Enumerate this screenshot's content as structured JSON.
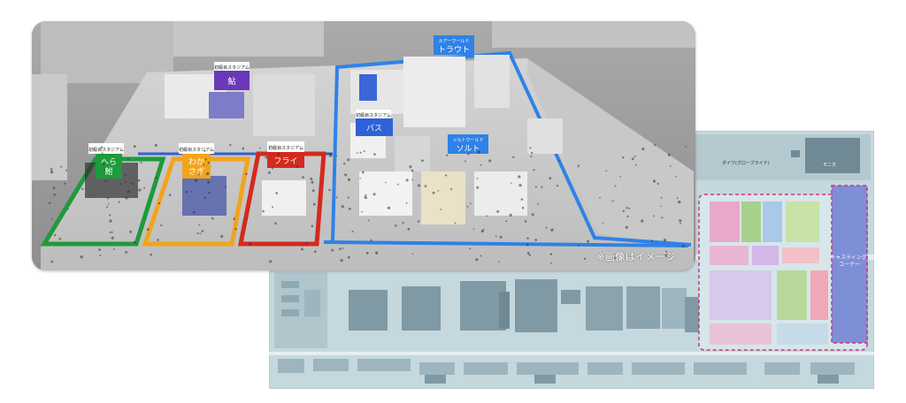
{
  "render": {
    "caption": "※画像はイメージ",
    "stadiums": [
      {
        "key": "hera",
        "tag": "初級目スタジアム",
        "name": "へら\n鮒",
        "color": "#1f9a3c"
      },
      {
        "key": "wakasagi",
        "tag": "初級目スタジアム",
        "name": "わか\nさぎ",
        "color": "#f2a41c"
      },
      {
        "key": "fly",
        "tag": "初級目スタジアム",
        "name": "フライ",
        "color": "#d42a1e"
      },
      {
        "key": "purple",
        "tag": "初級目スタジアム",
        "name": "鮎",
        "color": "#6a38b8"
      },
      {
        "key": "bass",
        "tag": "初級目スタジアム",
        "name": "バス",
        "color": "#2f62d6"
      },
      {
        "key": "salt",
        "tag": "ソルトワールド",
        "name": "ソルト",
        "color": "#2f82e6"
      },
      {
        "key": "trout",
        "tag": "ルアーワールド",
        "name": "トラウト",
        "color": "#2f82e6"
      }
    ]
  },
  "plan": {
    "casting_corner": "キャスティング\nコーナー",
    "drive_label": "ダイワ(グローブライド)",
    "area_label": "モニタ",
    "map_colors": {
      "bg": "#bcd1d8",
      "booth": "#7f9aa5",
      "road": "#e6eef1",
      "dash": "#d0327a"
    }
  }
}
